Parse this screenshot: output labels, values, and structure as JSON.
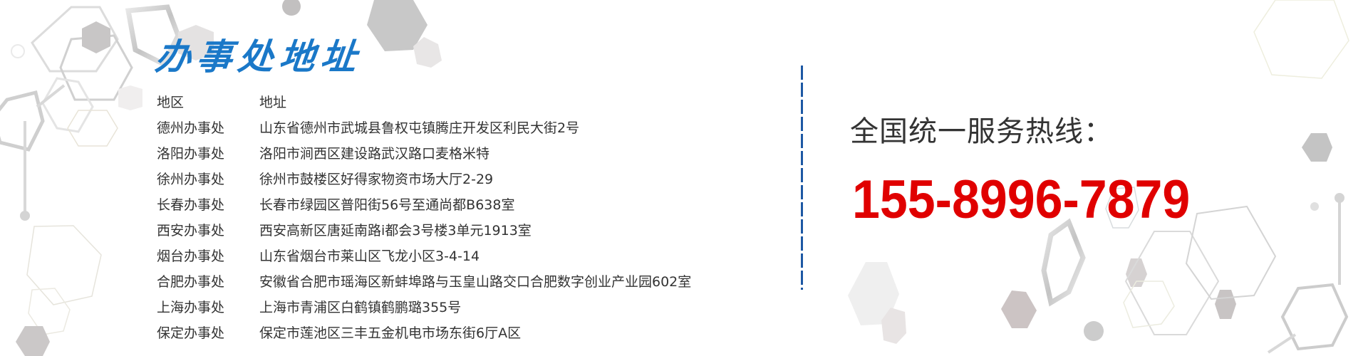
{
  "title": "办事处地址",
  "table": {
    "headers": {
      "region": "地区",
      "address": "地址"
    },
    "rows": [
      {
        "region": "德州办事处",
        "address": "山东省德州市武城县鲁权屯镇腾庄开发区利民大街2号"
      },
      {
        "region": "洛阳办事处",
        "address": "洛阳市涧西区建设路武汉路口麦格米特"
      },
      {
        "region": "徐州办事处",
        "address": "徐州市鼓楼区好得家物资市场大厅2-29"
      },
      {
        "region": "长春办事处",
        "address": "长春市绿园区普阳街56号至通尚都B638室"
      },
      {
        "region": "西安办事处",
        "address": "西安高新区唐延南路i都会3号楼3单元1913室"
      },
      {
        "region": "烟台办事处",
        "address": "山东省烟台市莱山区飞龙小区3-4-14"
      },
      {
        "region": "合肥办事处",
        "address": "安徽省合肥市瑶海区新蚌埠路与玉皇山路交口合肥数字创业产业园602室"
      },
      {
        "region": "上海办事处",
        "address": "上海市青浦区白鹤镇鹤鹏璐355号"
      },
      {
        "region": "保定办事处",
        "address": "保定市莲池区三丰五金机电市场东街6厅A区"
      }
    ]
  },
  "hotline": {
    "label": "全国统一服务热线：",
    "number": "155-8996-7879"
  },
  "colors": {
    "title": "#1a78c8",
    "text": "#333333",
    "divider": "#1d58a4",
    "hotline_number": "#e00000"
  }
}
